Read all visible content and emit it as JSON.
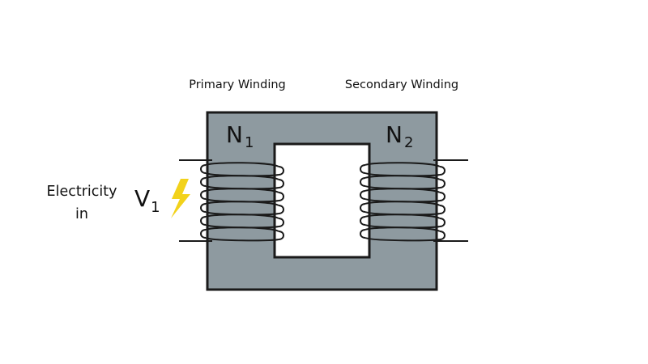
{
  "labels": {
    "primary_winding": "Primary Winding",
    "secondary_winding": "Secondary Winding",
    "electricity_line1": "Electricity",
    "electricity_line2": "in",
    "n1_symbol": "N",
    "n1_subscript": "1",
    "n2_symbol": "N",
    "n2_subscript": "2",
    "v1_symbol": "V",
    "v1_subscript": "1"
  },
  "colors": {
    "core_fill": "#8e9aa0",
    "outline": "#1a1a1a",
    "window_fill": "#ffffff",
    "bolt": "#f2d21b"
  },
  "icons": {
    "electricity": "lightning-bolt-icon"
  },
  "windings": {
    "primary_turns": 6,
    "secondary_turns": 6
  }
}
